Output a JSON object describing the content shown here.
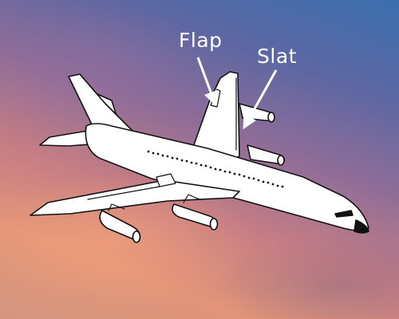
{
  "labels": {
    "flap": "Flap",
    "slat": "Slat"
  },
  "colors": {
    "outline": "#111111",
    "fill": "#ffffff",
    "arrow": "#ffffff"
  },
  "icons": [
    "airplane-illustration",
    "arrow-icon"
  ]
}
